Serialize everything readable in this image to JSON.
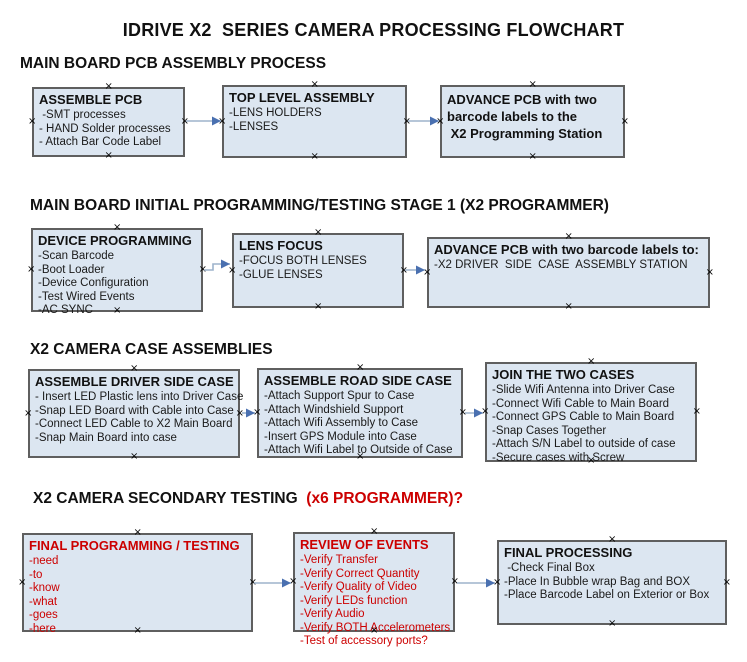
{
  "title": "IDRIVE X2  SERIES CAMERA PROCESSING FLOWCHART",
  "glyphs": {
    "connection_handle": "×"
  },
  "colors": {
    "box_fill": "#dce6f1",
    "box_border": "#5f5f5f",
    "arrow_line": "#9db3cc",
    "arrow_head": "#4a70b0",
    "red_text": "#cc0000",
    "black_text": "#111111"
  },
  "sections": [
    {
      "heading": "MAIN BOARD PCB ASSEMBLY PROCESS",
      "boxes": [
        {
          "title": "ASSEMBLE PCB",
          "items": [
            " -SMT processes",
            "- HAND Solder processes",
            "- Attach Bar Code Label"
          ]
        },
        {
          "title": "TOP LEVEL ASSEMBLY",
          "items": [
            "-LENS HOLDERS",
            "-LENSES"
          ]
        },
        {
          "title": "",
          "items": [
            "ADVANCE PCB with two",
            "barcode labels to the",
            " X2 Programming Station"
          ]
        }
      ]
    },
    {
      "heading": "MAIN BOARD INITIAL PROGRAMMING/TESTING STAGE 1 (X2 PROGRAMMER)",
      "boxes": [
        {
          "title": "DEVICE PROGRAMMING",
          "items": [
            "-Scan Barcode",
            "-Boot Loader",
            "-Device Configuration",
            "-Test Wired Events",
            "-AC SYNC"
          ]
        },
        {
          "title": "LENS FOCUS",
          "items": [
            "-FOCUS BOTH LENSES",
            "-GLUE LENSES"
          ]
        },
        {
          "title": "ADVANCE PCB with two barcode labels to:",
          "items": [
            "-X2 DRIVER  SIDE  CASE  ASSEMBLY STATION"
          ]
        }
      ]
    },
    {
      "heading": "X2 CAMERA CASE ASSEMBLIES",
      "boxes": [
        {
          "title": "ASSEMBLE DRIVER SIDE CASE",
          "items": [
            "- Insert LED Plastic lens into Driver Case",
            "-Snap LED Board with Cable into Case",
            "-Connect LED Cable to X2 Main Board",
            "-Snap Main Board into case"
          ]
        },
        {
          "title": "ASSEMBLE ROAD SIDE CASE",
          "items": [
            "-Attach Support Spur to Case",
            "-Attach Windshield Support",
            "-Attach Wifi Assembly to Case",
            "-Insert GPS Module into Case",
            "-Attach Wifi Label to Outside of Case"
          ]
        },
        {
          "title": "JOIN THE TWO CASES",
          "items": [
            "-Slide Wifi Antenna into Driver Case",
            "-Connect Wifi Cable to Main Board",
            "-Connect GPS Cable to Main Board",
            "-Snap Cases Together",
            "-Attach S/N Label to outside of case",
            "-Secure cases with Screw"
          ]
        }
      ]
    },
    {
      "heading": "X2 CAMERA SECONDARY TESTING ",
      "heading_red": " (x6 PROGRAMMER)?",
      "boxes": [
        {
          "title": "FINAL PROGRAMMING / TESTING",
          "items": [
            "-need",
            "-to",
            "-know",
            "-what",
            "-goes",
            "-here"
          ]
        },
        {
          "title": "REVIEW OF EVENTS",
          "items": [
            "-Verify Transfer",
            "-Verify Correct Quantity",
            "-Verify Quality of Video",
            "-Verify LEDs function",
            "-Verify Audio",
            "-Verify BOTH Accelerometers",
            "-Test of accessory ports?"
          ]
        },
        {
          "title": "FINAL PROCESSING",
          "items": [
            " -Check Final Box",
            "-Place In Bubble wrap Bag and BOX",
            "-Place Barcode Label on Exterior or Box"
          ]
        }
      ]
    }
  ]
}
